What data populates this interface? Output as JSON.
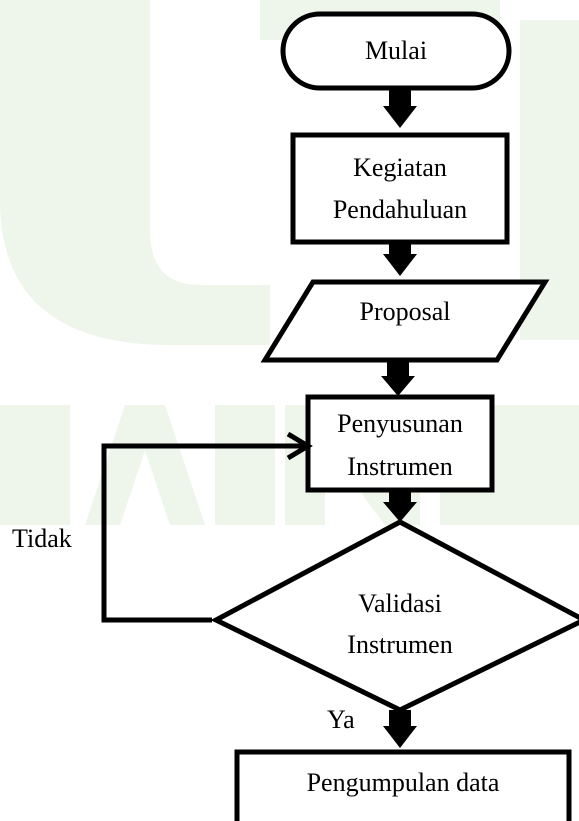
{
  "flowchart": {
    "watermark": {
      "letters": "IAIN JEMBER"
    },
    "nodes": {
      "start": {
        "label": "Mulai"
      },
      "activity": {
        "line1": "Kegiatan",
        "line2": "Pendahuluan"
      },
      "proposal": {
        "label": "Proposal"
      },
      "instrument": {
        "line1": "Penyusunan",
        "line2": "Instrumen"
      },
      "validation": {
        "line1": "Validasi",
        "line2": "Instrumen"
      },
      "collect": {
        "label": "Pengumpulan data"
      }
    },
    "edges": {
      "no_label": "Tidak",
      "yes_label": "Ya"
    },
    "colors": {
      "stroke": "#000000",
      "watermark": "#eef5ea",
      "background": "#ffffff"
    }
  }
}
